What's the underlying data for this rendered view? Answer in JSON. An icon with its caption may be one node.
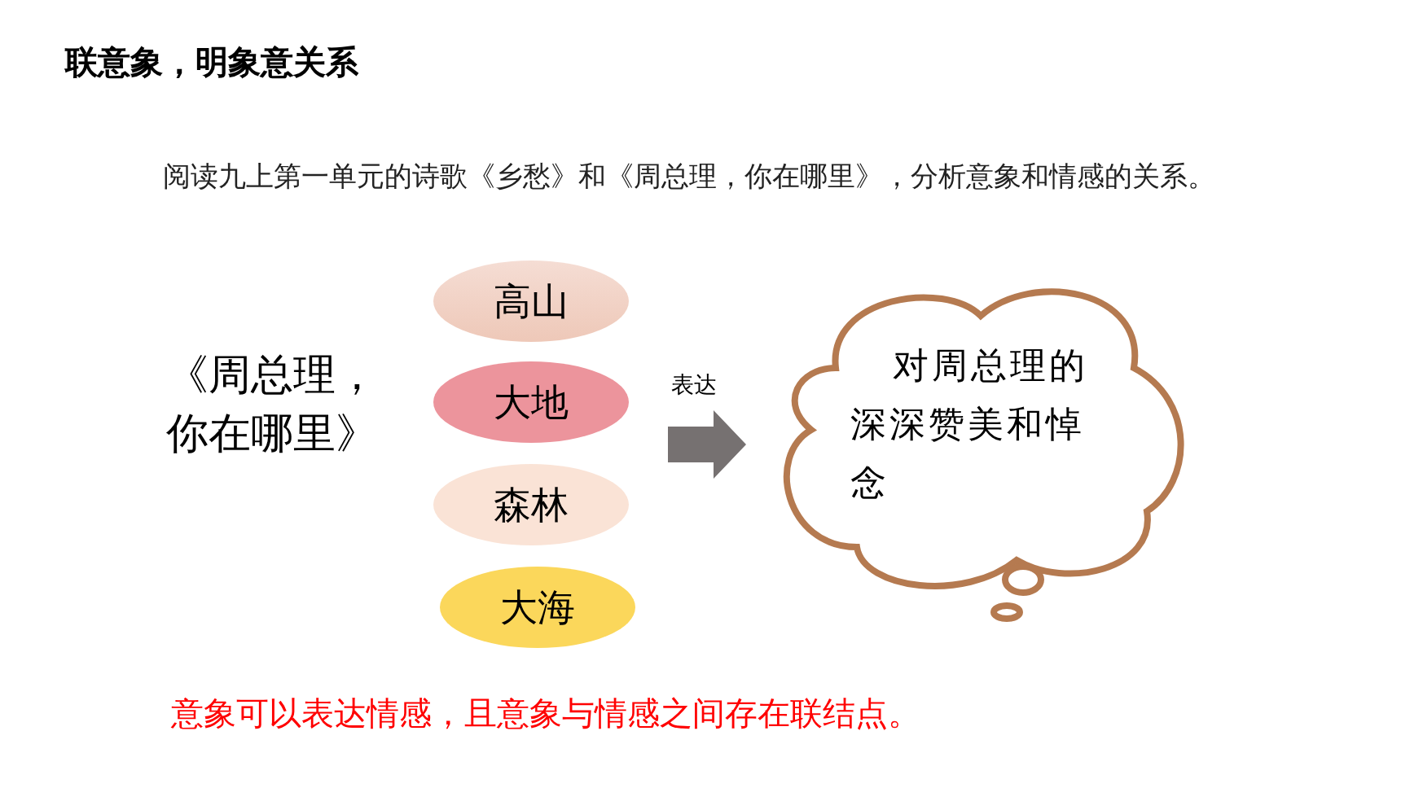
{
  "diagram": {
    "title": "联意象，明象意关系",
    "nodes": [
      {
        "text": [
          "《周总理，你在哪里》"
        ]
      },
      {
        "text": [
          "高山"
        ]
      },
      {
        "text": [
          "大地"
        ]
      },
      {
        "text": [
          "森林"
        ]
      },
      {
        "text": [
          "大海"
        ]
      },
      {
        "text": [
          "对周总理的深深赞美和悼念"
        ]
      }
    ],
    "edges": [
      {
        "from": null,
        "to": 5,
        "arrow": "to",
        "label": "表达"
      }
    ],
    "labels": [
      "阅读九上第一单元的诗歌《乡愁》和《周总理，你在哪里》，分析意象和情感的关系。",
      "意象可以表达情感，且意象与情感之间存在联结点。"
    ]
  }
}
